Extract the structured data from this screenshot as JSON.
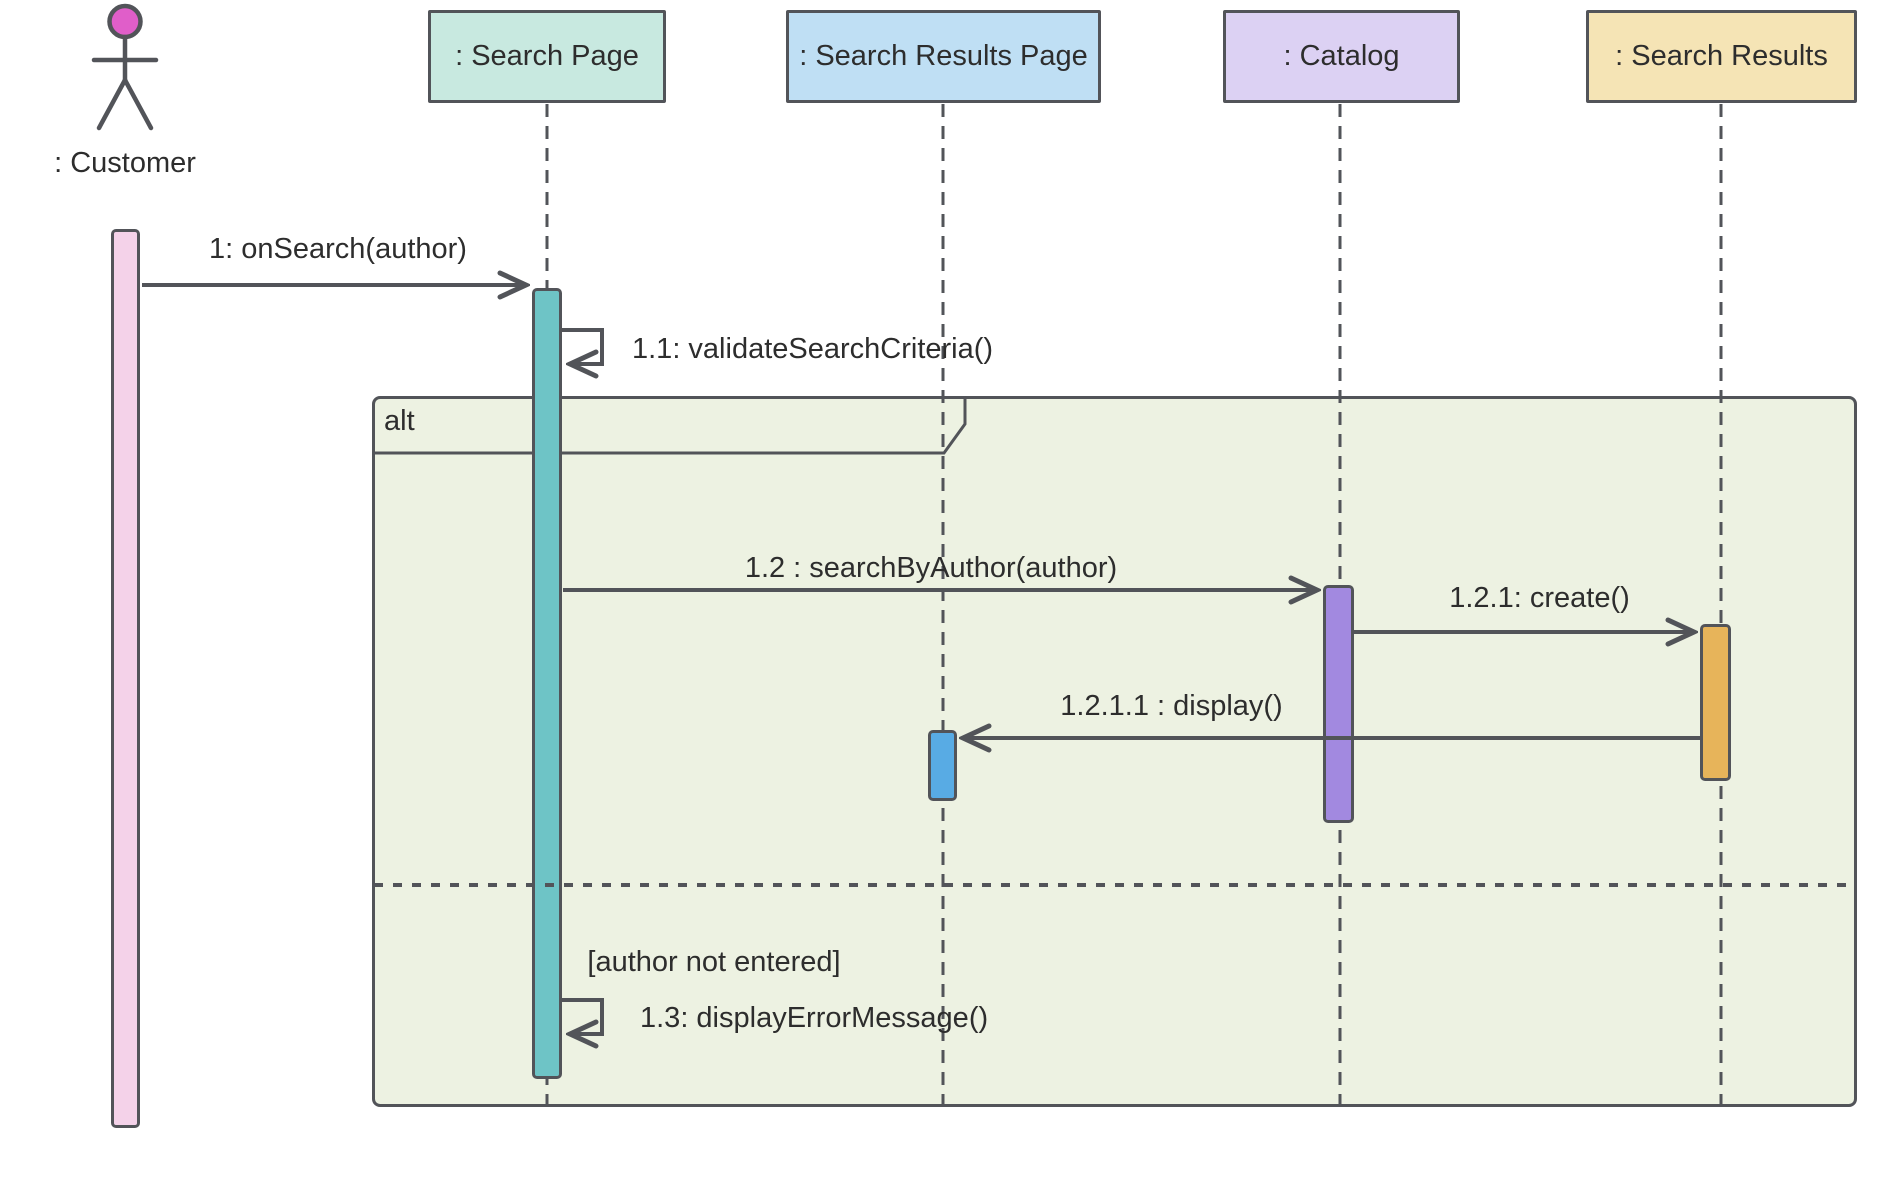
{
  "diagram": {
    "kind": "uml-sequence-diagram",
    "actor": {
      "label": ": Customer"
    },
    "lifelines": [
      {
        "label": ": Search Page",
        "fill": "#c8e9e0"
      },
      {
        "label": ": Search Results Page",
        "fill": "#bfdff4"
      },
      {
        "label": ": Catalog",
        "fill": "#dcd1f3"
      },
      {
        "label": ": Search Results",
        "fill": "#f5e4b5"
      }
    ],
    "fragment": {
      "operator": "alt",
      "else_guard": "[author not entered]"
    },
    "messages": {
      "m1": "1: onSearch(author)",
      "m1_1": "1.1: validateSearchCriteria()",
      "m1_2": "1.2 : searchByAuthor(author)",
      "m1_2_1": "1.2.1: create()",
      "m1_2_1_1": "1.2.1.1 : display()",
      "m1_3": "1.3: displayErrorMessage()"
    },
    "colors": {
      "line": "#525459",
      "text": "#2d2d2d",
      "fragment_fill": "#edf2e2",
      "actor_head": "#e05ec9",
      "activation_customer": "#f4d2e9",
      "activation_search_page": "#6ec4c6",
      "activation_catalog": "#a289e0",
      "activation_search_results": "#e7b45a",
      "activation_results_page": "#58abe4"
    }
  }
}
